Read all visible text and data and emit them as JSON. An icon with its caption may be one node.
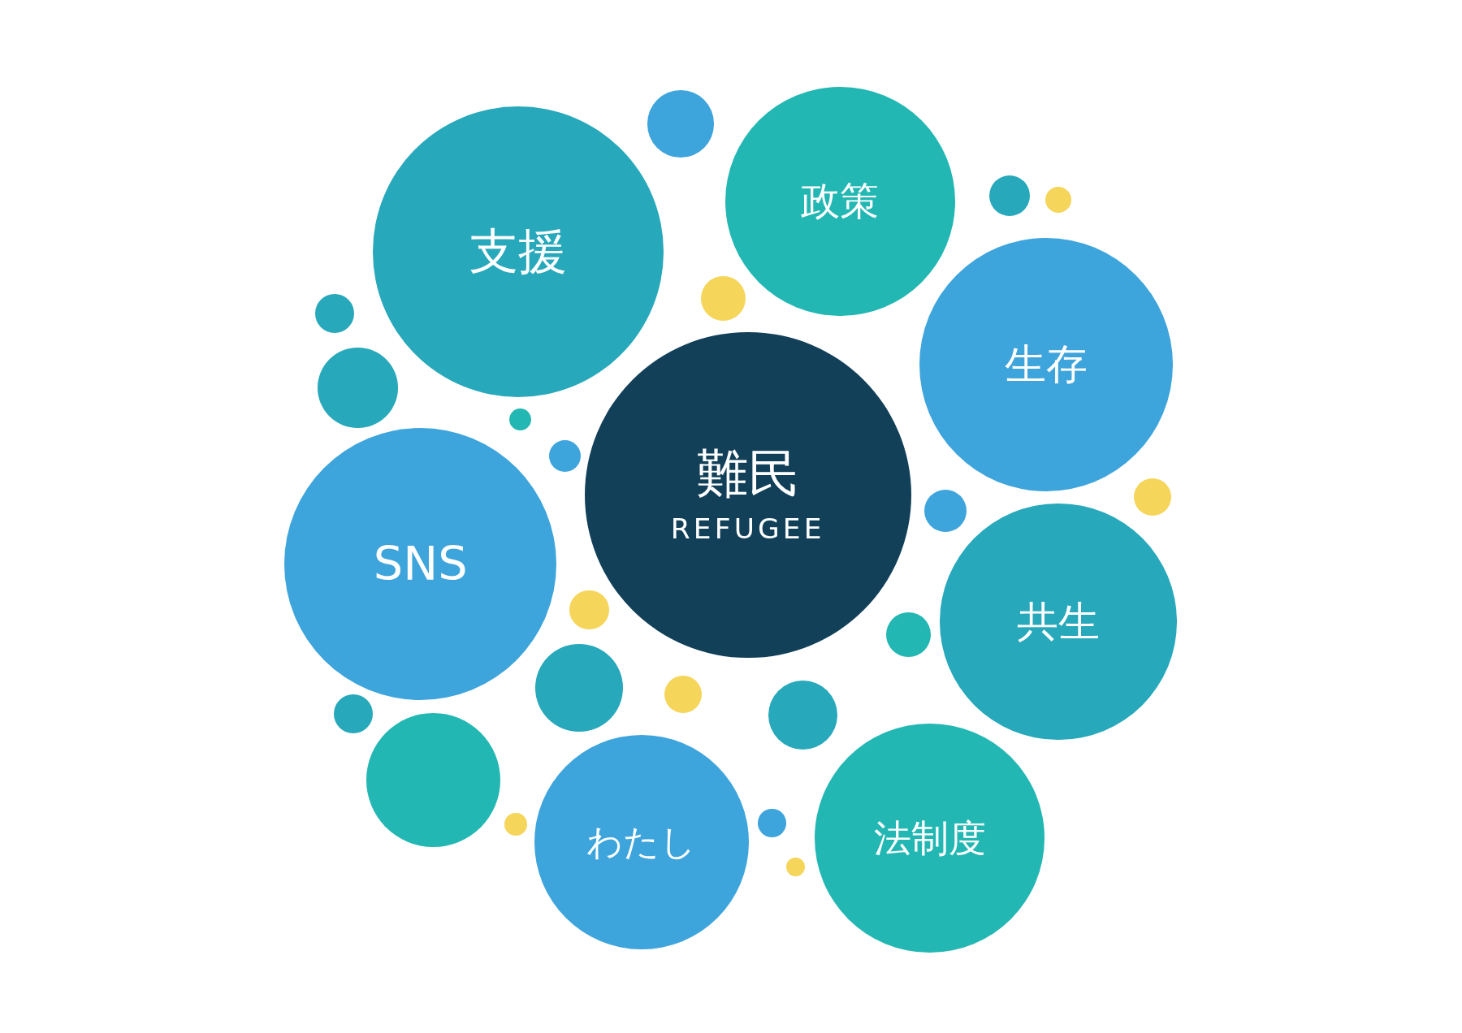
{
  "diagram": {
    "nodes": [
      {
        "text": [
          "支援"
        ]
      },
      {
        "text": [
          "政策"
        ]
      },
      {
        "text": [
          "生存"
        ]
      },
      {
        "text": [
          "難民",
          "REFUGEE"
        ]
      },
      {
        "text": [
          "SNS"
        ]
      },
      {
        "text": [
          "共生"
        ]
      },
      {
        "text": [
          "法制度"
        ]
      },
      {
        "text": [
          "わたし"
        ]
      },
      {
        "text": [],
        "shape": "circle"
      },
      {
        "text": [],
        "shape": "circle"
      },
      {
        "text": [],
        "shape": "circle"
      },
      {
        "text": [],
        "shape": "circle"
      },
      {
        "text": [],
        "shape": "circle"
      },
      {
        "text": [],
        "shape": "circle"
      },
      {
        "text": [],
        "shape": "circle"
      },
      {
        "text": [],
        "shape": "circle"
      },
      {
        "text": [],
        "shape": "circle"
      },
      {
        "text": [],
        "shape": "circle"
      },
      {
        "text": [],
        "shape": "circle"
      },
      {
        "text": [],
        "shape": "circle"
      },
      {
        "text": [],
        "shape": "circle"
      },
      {
        "text": [],
        "shape": "circle"
      },
      {
        "text": [],
        "shape": "circle"
      },
      {
        "text": [],
        "shape": "circle"
      },
      {
        "text": [],
        "shape": "circle"
      },
      {
        "text": [],
        "shape": "circle"
      },
      {
        "text": [],
        "shape": "circle"
      },
      {
        "text": [],
        "shape": "circle"
      }
    ]
  }
}
